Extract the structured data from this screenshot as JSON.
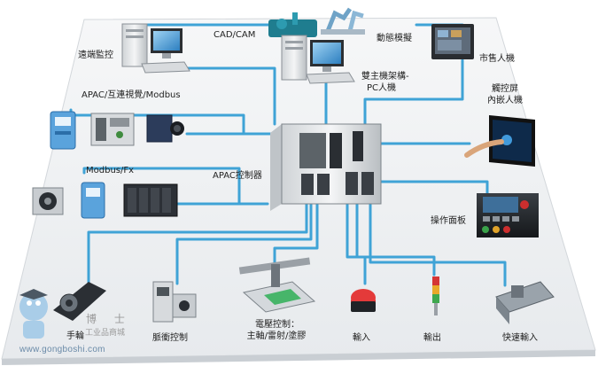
{
  "labels": {
    "remote_monitor": "遠端監控",
    "cad_cam": "CAD/CAM",
    "motion_sim": "動態模擬",
    "commercial_hmi": "市售人機",
    "dual_arch_line1": "雙主機架構-",
    "dual_arch_line2": "PC人機",
    "apac_interop": "APAC/互連視覺/Modbus",
    "touch_line1": "觸控屏",
    "touch_line2": "內嵌人機",
    "modbus_fx": "Modbus/Fx",
    "apac_controller": "APAC控制器",
    "operation_panel": "操作面板",
    "handwheel": "手輪",
    "pulse_control": "脈衝控制",
    "voltage_line1": "電壓控制：",
    "voltage_line2": "主軸/雷射/塗膠",
    "input": "輸入",
    "output": "輸出",
    "fast_input": "快速輸入"
  },
  "watermark": {
    "site": "www.gongboshi.com",
    "mall": "工业品商城",
    "name": "博 士"
  },
  "colors": {
    "connector": "#3fa3d6",
    "platform": "#eef0f2",
    "platform_edge": "#d3d7db"
  }
}
